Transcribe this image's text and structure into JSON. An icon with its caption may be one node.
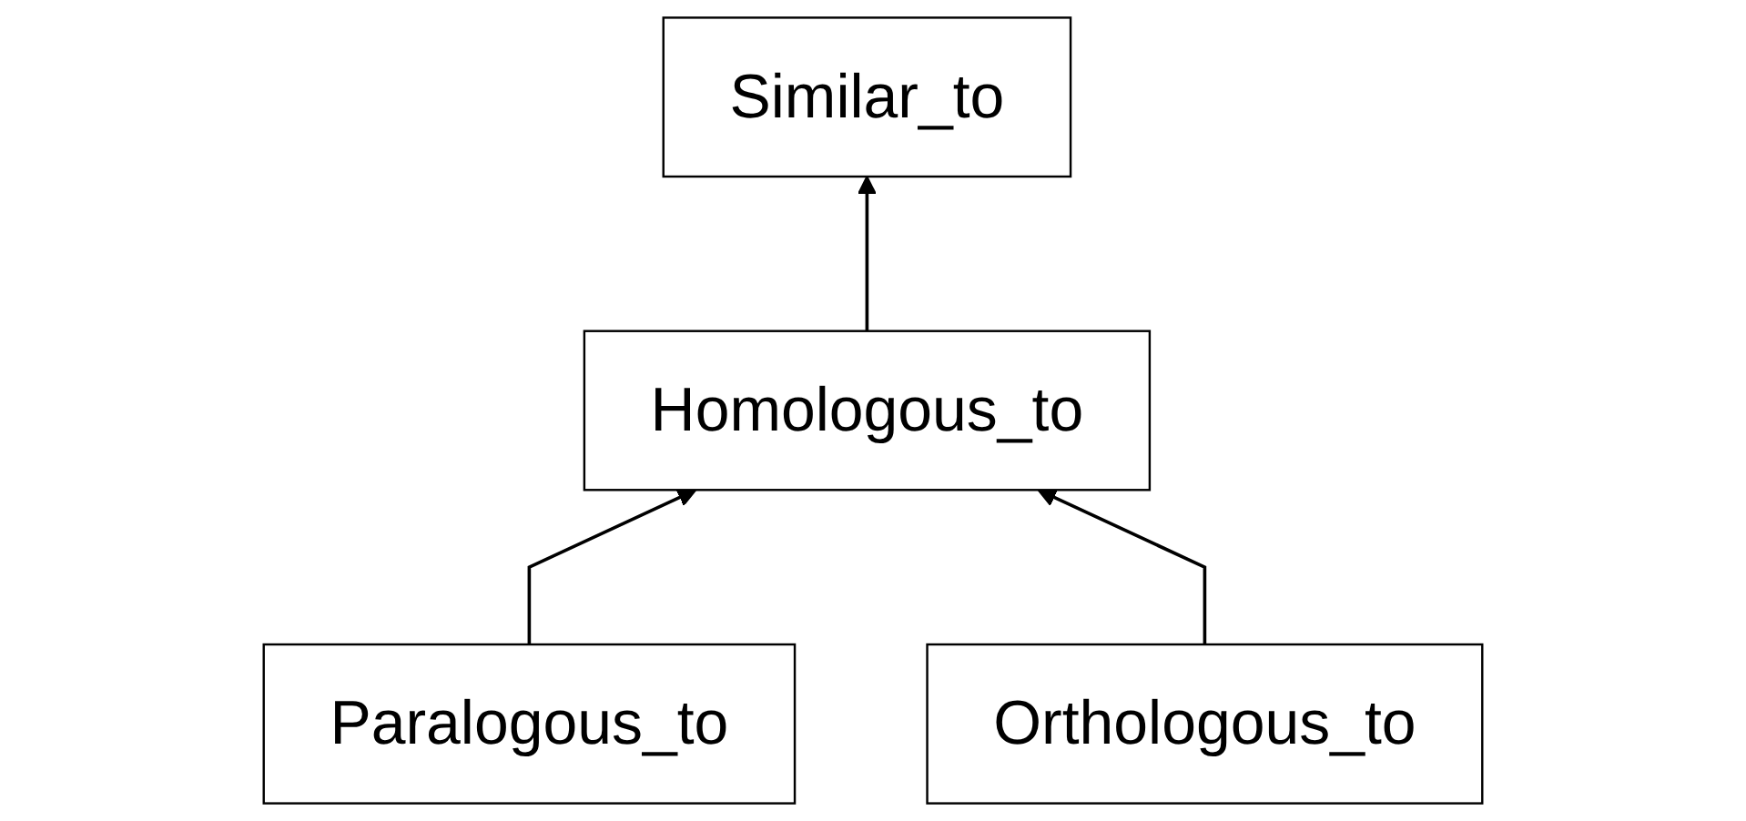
{
  "diagram": {
    "nodes": [
      {
        "text": [
          "Similar_to"
        ]
      },
      {
        "text": [
          "Homologous_to"
        ]
      },
      {
        "text": [
          "Paralogous_to"
        ]
      },
      {
        "text": [
          "Orthologous_to"
        ]
      }
    ],
    "edges": [
      {
        "from": 1,
        "to": 0,
        "arrow": "to"
      },
      {
        "from": 2,
        "to": 1,
        "arrow": "to"
      },
      {
        "from": 3,
        "to": 1,
        "arrow": "to"
      }
    ]
  }
}
